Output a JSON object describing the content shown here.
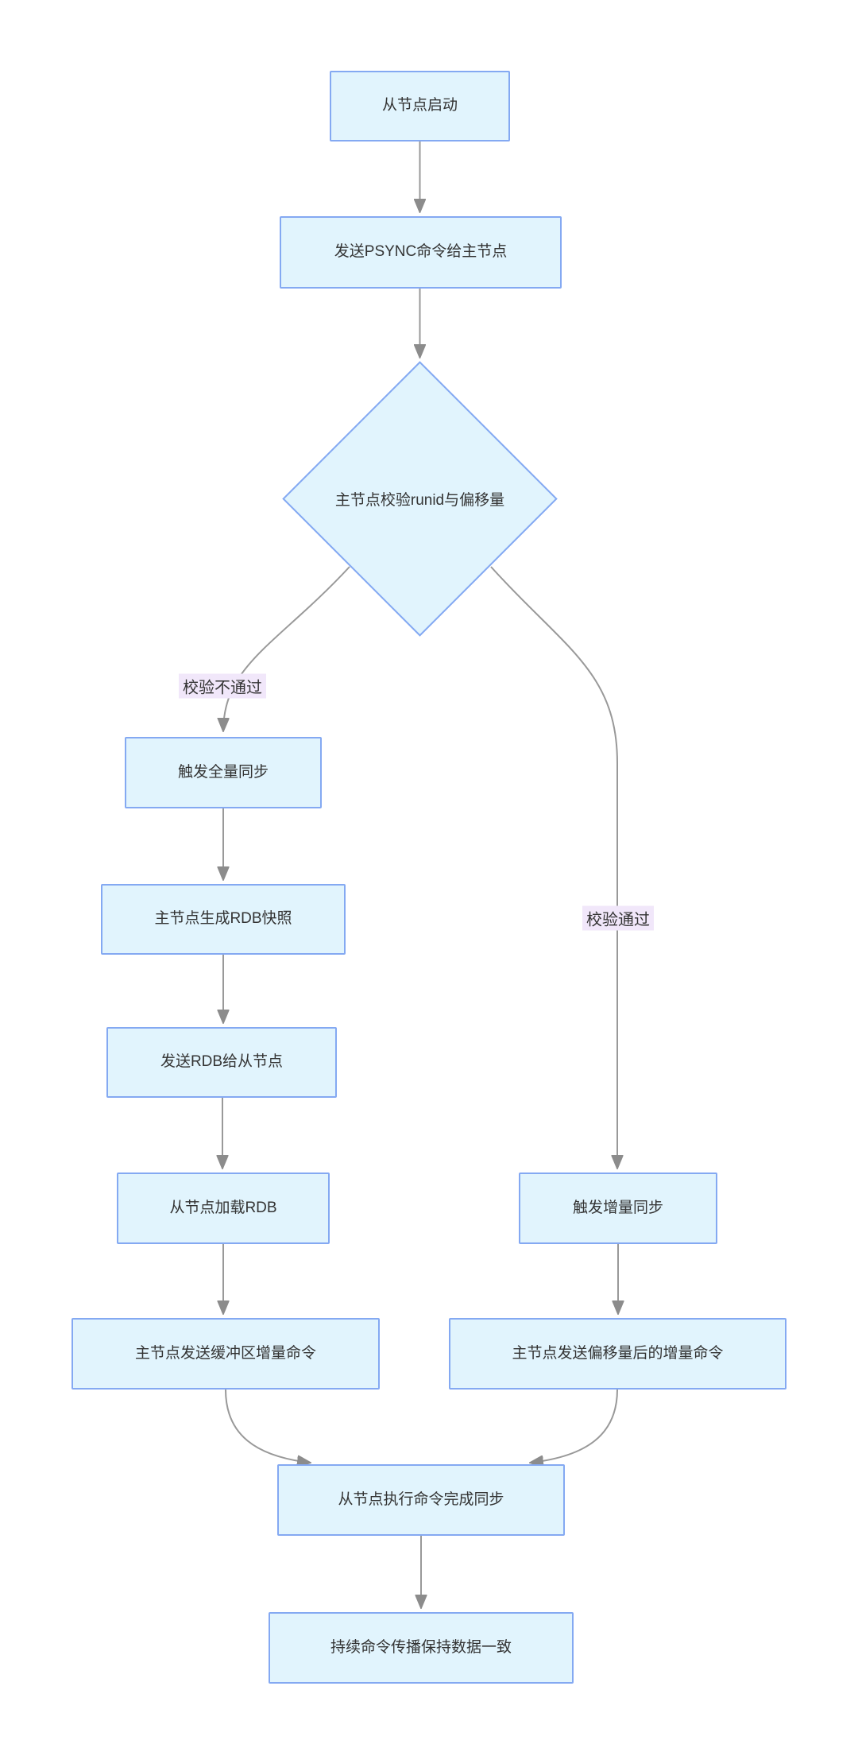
{
  "diagram": {
    "type": "flowchart",
    "direction": "top-down",
    "nodes": {
      "start": {
        "label": "从节点启动",
        "shape": "rect"
      },
      "psync": {
        "label": "发送PSYNC命令给主节点",
        "shape": "rect"
      },
      "check": {
        "label": "主节点校验runid与偏移量",
        "shape": "diamond"
      },
      "full_sync": {
        "label": "触发全量同步",
        "shape": "rect"
      },
      "rdb_gen": {
        "label": "主节点生成RDB快照",
        "shape": "rect"
      },
      "rdb_send": {
        "label": "发送RDB给从节点",
        "shape": "rect"
      },
      "rdb_load": {
        "label": "从节点加载RDB",
        "shape": "rect"
      },
      "buffer_cmds": {
        "label": "主节点发送缓冲区增量命令",
        "shape": "rect"
      },
      "incr_sync": {
        "label": "触发增量同步",
        "shape": "rect"
      },
      "offset_cmds": {
        "label": "主节点发送偏移量后的增量命令",
        "shape": "rect"
      },
      "exec_sync": {
        "label": "从节点执行命令完成同步",
        "shape": "rect"
      },
      "propagate": {
        "label": "持续命令传播保持数据一致",
        "shape": "rect"
      }
    },
    "edges": [
      {
        "from": "start",
        "to": "psync",
        "label": ""
      },
      {
        "from": "psync",
        "to": "check",
        "label": ""
      },
      {
        "from": "check",
        "to": "full_sync",
        "label": "校验不通过"
      },
      {
        "from": "check",
        "to": "incr_sync",
        "label": "校验通过"
      },
      {
        "from": "full_sync",
        "to": "rdb_gen",
        "label": ""
      },
      {
        "from": "rdb_gen",
        "to": "rdb_send",
        "label": ""
      },
      {
        "from": "rdb_send",
        "to": "rdb_load",
        "label": ""
      },
      {
        "from": "rdb_load",
        "to": "buffer_cmds",
        "label": ""
      },
      {
        "from": "buffer_cmds",
        "to": "exec_sync",
        "label": ""
      },
      {
        "from": "incr_sync",
        "to": "offset_cmds",
        "label": ""
      },
      {
        "from": "offset_cmds",
        "to": "exec_sync",
        "label": ""
      },
      {
        "from": "exec_sync",
        "to": "propagate",
        "label": ""
      }
    ],
    "colors": {
      "node_fill": "#e1f4fd",
      "node_border": "#84a9f2",
      "edge_line": "#999999",
      "arrowhead": "#8c8c8c",
      "edge_label_bg": "#f1e7fa",
      "text": "#333333",
      "background": "#ffffff"
    }
  }
}
